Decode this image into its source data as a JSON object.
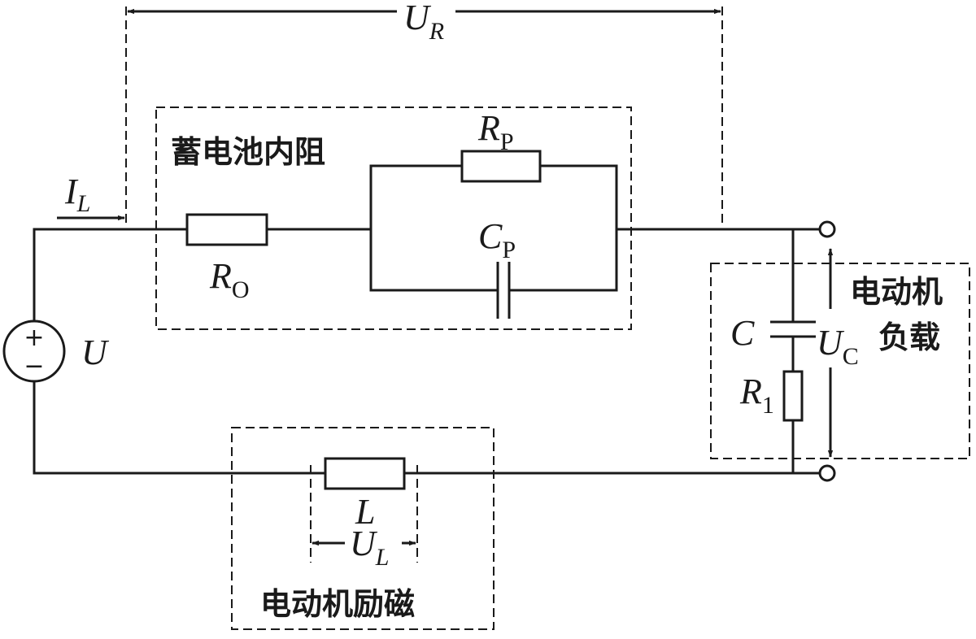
{
  "labels": {
    "ur_main": "U",
    "ur_sub": "R",
    "il_main": "I",
    "il_sub": "L",
    "ro_main": "R",
    "ro_sub": "O",
    "rp_main": "R",
    "rp_sub": "P",
    "cp_main": "C",
    "cp_sub": "P",
    "u": "U",
    "c": "C",
    "uc_main": "U",
    "uc_sub": "C",
    "r1_main": "R",
    "r1_sub": "1",
    "l": "L",
    "ul_main": "U",
    "ul_sub": "L"
  },
  "groups": {
    "battery_internal_resistance": "蓄电池内阻",
    "motor_load_line1": "电动机",
    "motor_load_line2": "负载",
    "motor_excitation": "电动机励磁"
  },
  "source_signs": {
    "plus": "+",
    "minus": "−"
  }
}
